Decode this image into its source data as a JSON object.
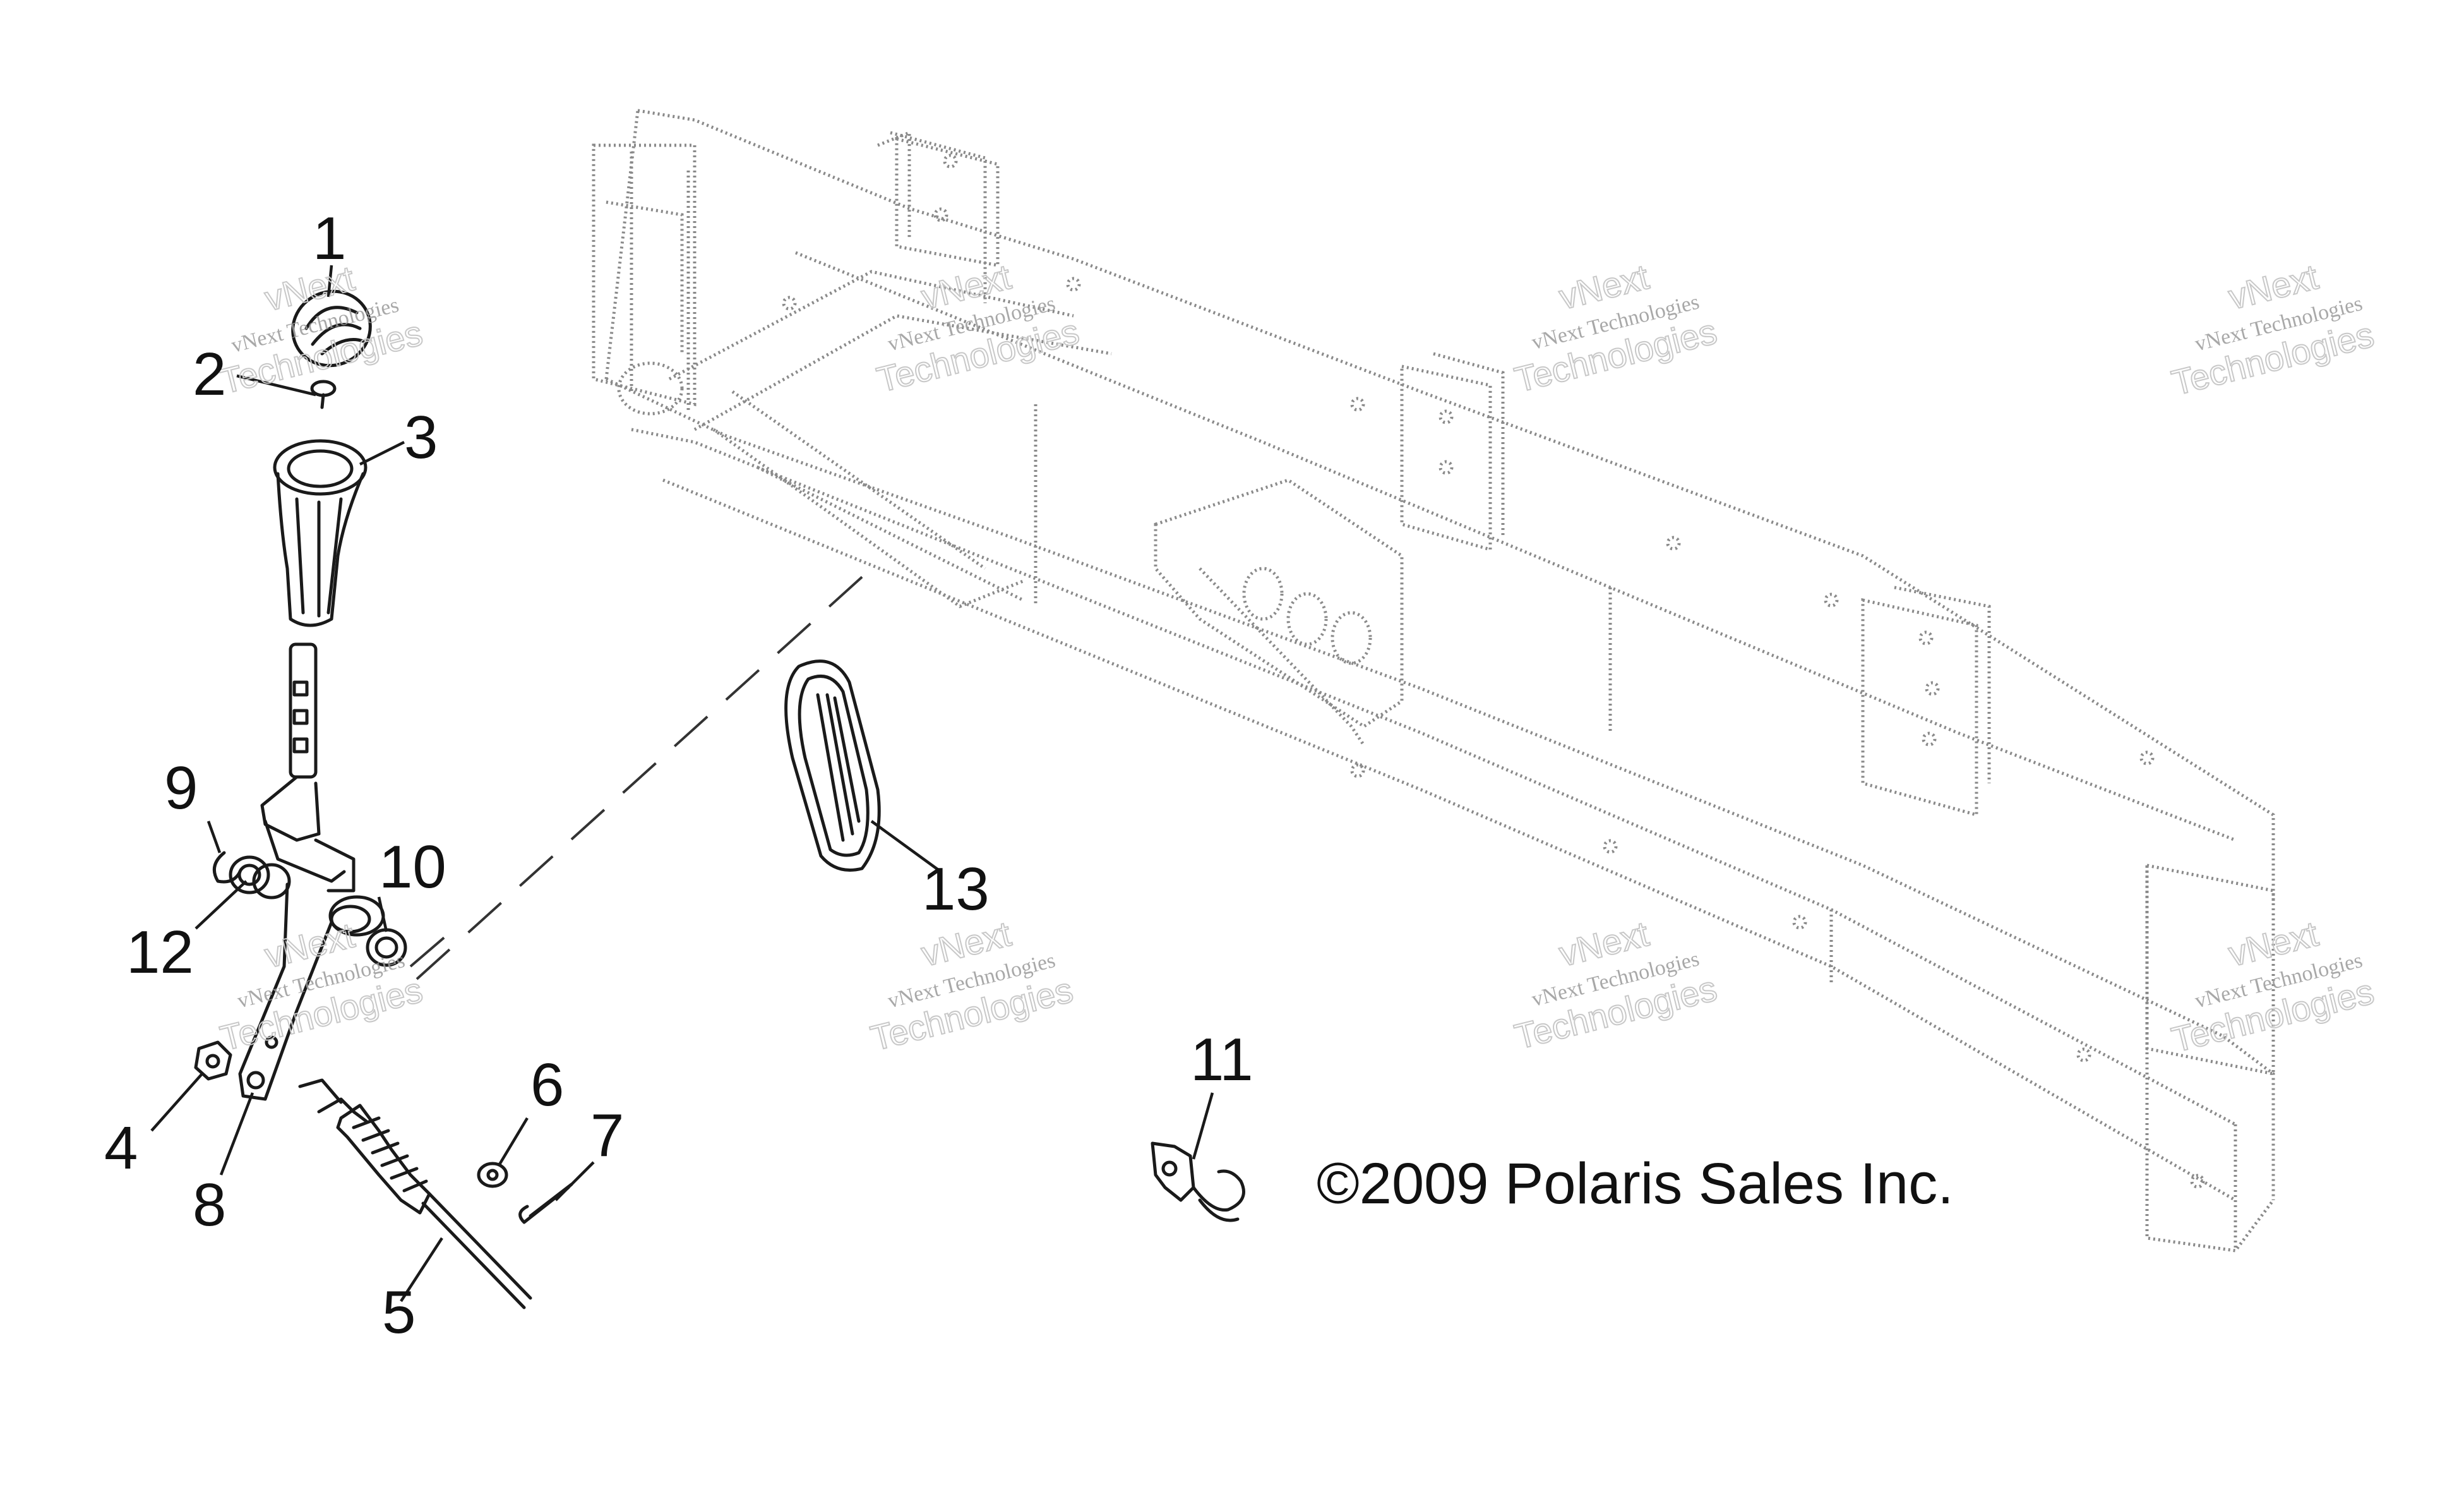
{
  "copyright": "©2009 Polaris Sales Inc.",
  "watermark": {
    "line1": "vNext",
    "line2": "vNext Technologies",
    "line3": "Technologies"
  },
  "callouts": [
    {
      "id": "1",
      "label": "1"
    },
    {
      "id": "2",
      "label": "2"
    },
    {
      "id": "3",
      "label": "3"
    },
    {
      "id": "4",
      "label": "4"
    },
    {
      "id": "5",
      "label": "5"
    },
    {
      "id": "6",
      "label": "6"
    },
    {
      "id": "7",
      "label": "7"
    },
    {
      "id": "8",
      "label": "8"
    },
    {
      "id": "9",
      "label": "9"
    },
    {
      "id": "10",
      "label": "10"
    },
    {
      "id": "11",
      "label": "11"
    },
    {
      "id": "12",
      "label": "12"
    },
    {
      "id": "13",
      "label": "13"
    }
  ]
}
